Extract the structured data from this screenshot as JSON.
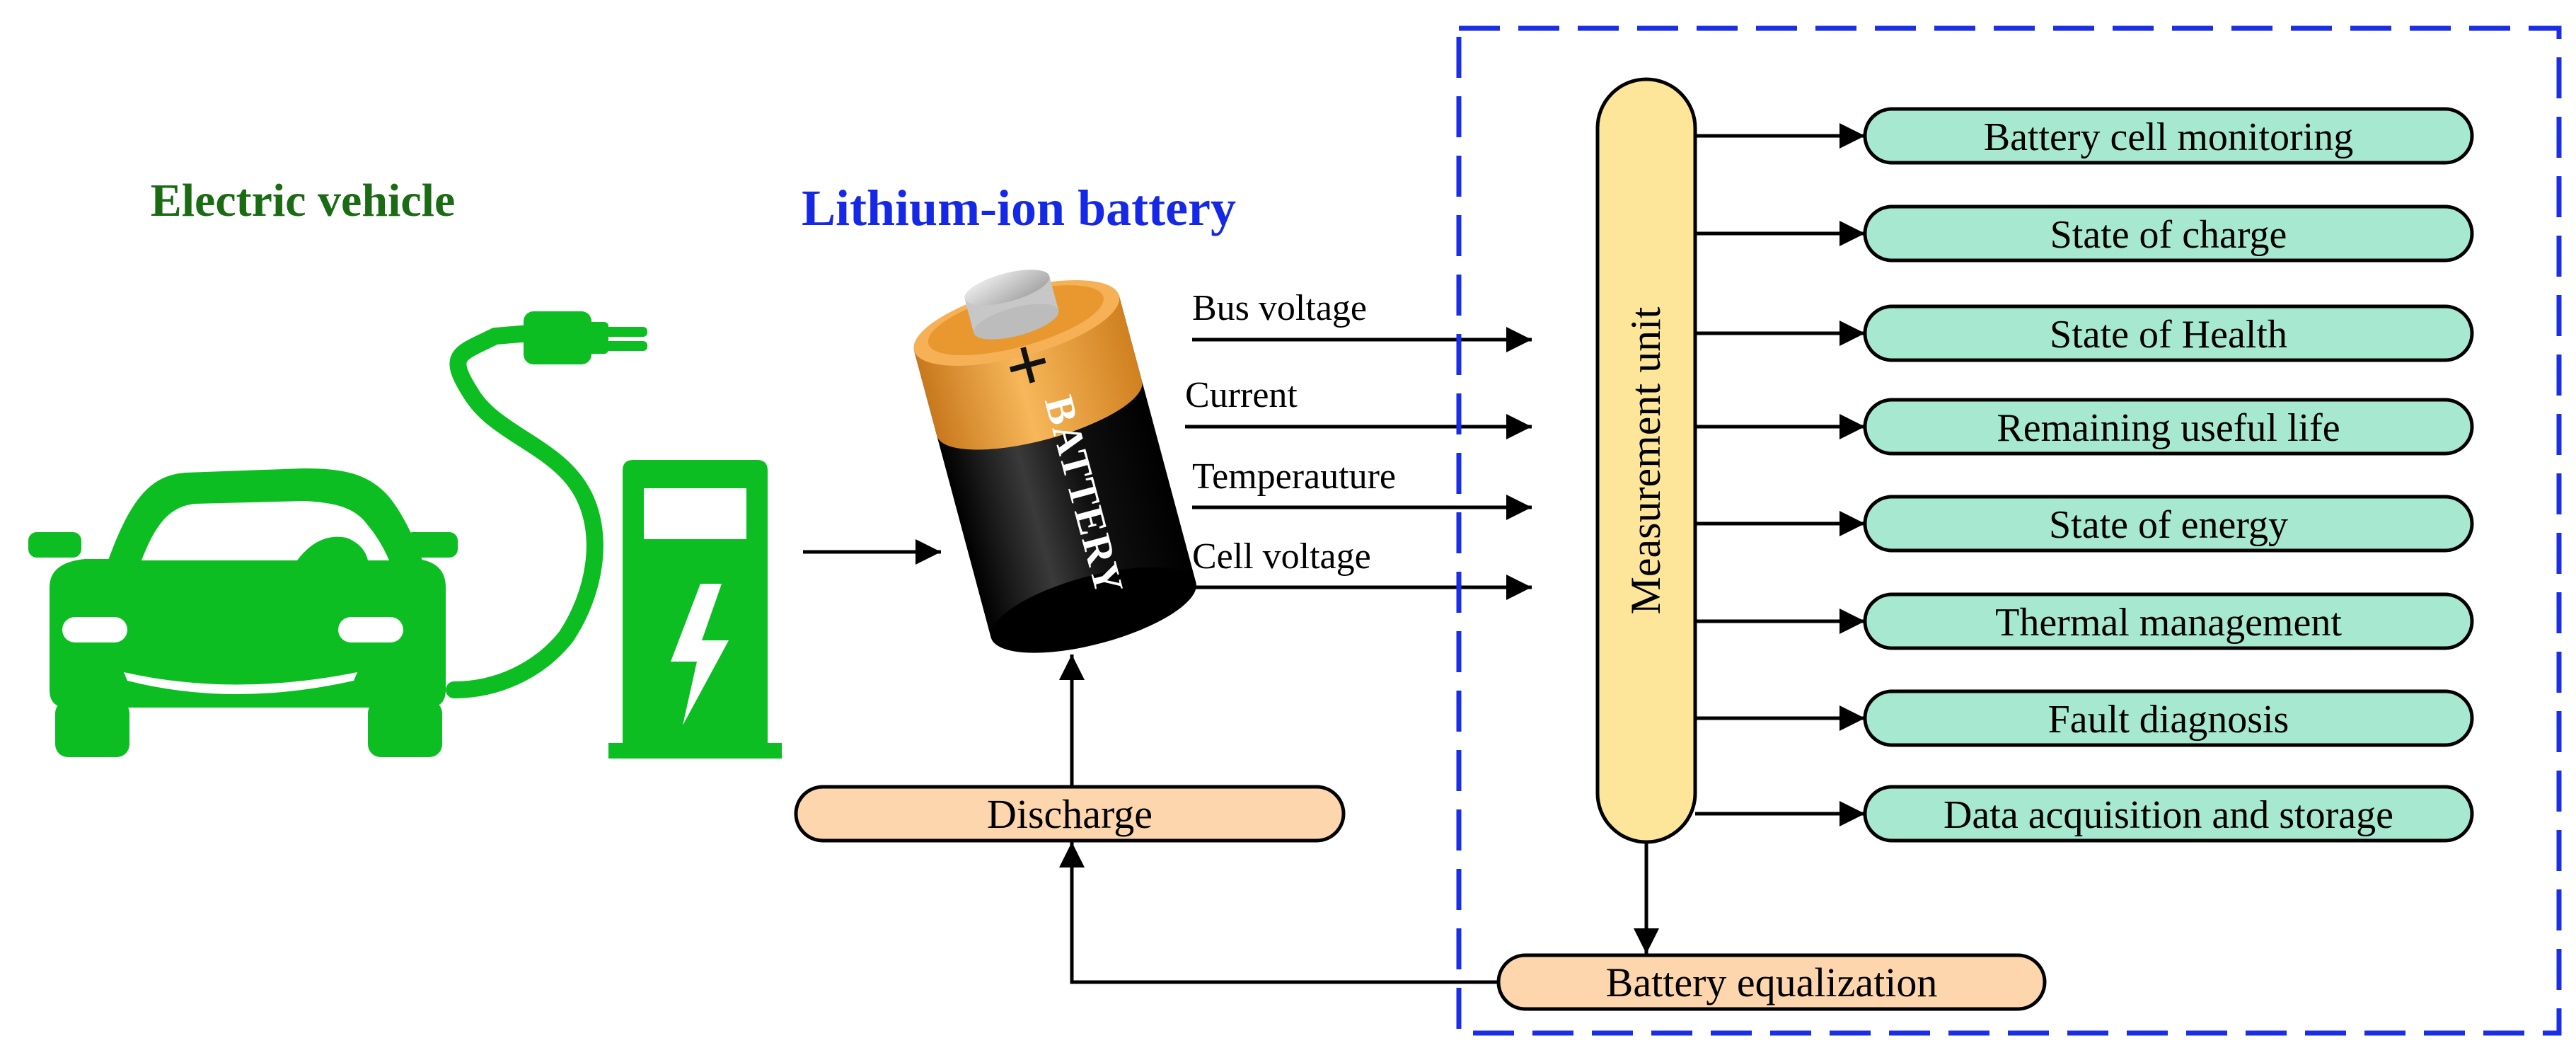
{
  "titles": {
    "electric_vehicle": "Electric vehicle",
    "lithium_battery": "Lithium-ion battery"
  },
  "battery": {
    "plus_sign": "+",
    "label": "BATTERY"
  },
  "inputs": [
    "Bus voltage",
    "Current",
    "Temperauture",
    "Cell voltage"
  ],
  "measurement_unit": "Measurement unit",
  "functions": [
    "Battery cell monitoring",
    "State of charge",
    "State of Health",
    "Remaining useful life",
    "State of energy",
    "Thermal management",
    "Fault diagnosis",
    "Data acquisition and storage"
  ],
  "discharge": "Discharge",
  "equalization": "Battery equalization",
  "colors": {
    "ev_green": "#0cbe22",
    "ev_title": "#1a6b14",
    "battery_title": "#1528e6",
    "dashed_border": "#1a2ee6",
    "function_fill": "#a7e8d1",
    "unit_fill": "#fde699",
    "action_fill": "#fdd6ad",
    "battery_orange": "#f2a13a",
    "battery_black": "#141414"
  },
  "icons": [
    "car-icon",
    "charging-station-icon",
    "plug-cable-icon",
    "lightning-bolt-icon",
    "battery-icon"
  ]
}
